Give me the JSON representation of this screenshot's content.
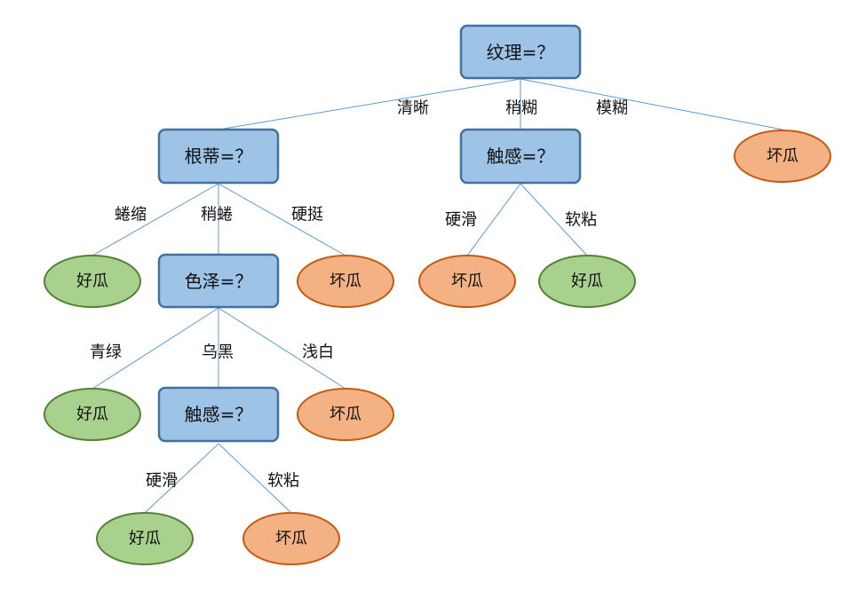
{
  "tree": {
    "nodes": {
      "root": {
        "label": "纹理=？",
        "kind": "decision"
      },
      "gendi": {
        "label": "根蒂=？",
        "kind": "decision"
      },
      "chugan1": {
        "label": "触感=？",
        "kind": "decision"
      },
      "leaf_mohu": {
        "label": "坏瓜",
        "kind": "bad"
      },
      "leaf_quan": {
        "label": "好瓜",
        "kind": "good"
      },
      "seze": {
        "label": "色泽=？",
        "kind": "decision"
      },
      "leaf_ting": {
        "label": "坏瓜",
        "kind": "bad"
      },
      "leaf_yh1": {
        "label": "坏瓜",
        "kind": "bad"
      },
      "leaf_rn1": {
        "label": "好瓜",
        "kind": "good"
      },
      "leaf_ql": {
        "label": "好瓜",
        "kind": "good"
      },
      "chugan2": {
        "label": "触感=？",
        "kind": "decision"
      },
      "leaf_qb": {
        "label": "坏瓜",
        "kind": "bad"
      },
      "leaf_yh2": {
        "label": "好瓜",
        "kind": "good"
      },
      "leaf_rn2": {
        "label": "坏瓜",
        "kind": "bad"
      }
    },
    "edges": {
      "root_gendi": {
        "label": "清晰"
      },
      "root_chugan1": {
        "label": "稍糊"
      },
      "root_mohu": {
        "label": "模糊"
      },
      "gendi_quan": {
        "label": "蜷缩"
      },
      "gendi_seze": {
        "label": "稍蜷"
      },
      "gendi_ting": {
        "label": "硬挺"
      },
      "chugan1_yh": {
        "label": "硬滑"
      },
      "chugan1_rn": {
        "label": "软粘"
      },
      "seze_ql": {
        "label": "青绿"
      },
      "seze_chugan2": {
        "label": "乌黑"
      },
      "seze_qb": {
        "label": "浅白"
      },
      "chugan2_yh": {
        "label": "硬滑"
      },
      "chugan2_rn": {
        "label": "软粘"
      }
    }
  },
  "colors": {
    "edge": "#5b9bd5",
    "decision_fill": "#9dc3e6",
    "decision_border": "#41719c",
    "good_fill": "#a9d18e",
    "good_border": "#548235",
    "bad_fill": "#f4b183",
    "bad_border": "#c55a11"
  }
}
